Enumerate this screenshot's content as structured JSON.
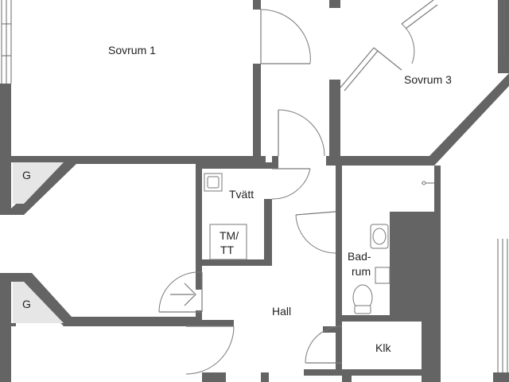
{
  "rooms": {
    "sovrum1": "Sovrum 1",
    "sovrum3": "Sovrum 3",
    "tvatt": "Tvätt",
    "tmtt_line1": "TM/",
    "tmtt_line2": "TT",
    "bad_line1": "Bad-",
    "bad_line2": "rum",
    "hall": "Hall",
    "klk": "Klk",
    "g_upper": "G",
    "g_lower": "G"
  },
  "colors": {
    "wall": "#646464",
    "text": "#222222"
  }
}
